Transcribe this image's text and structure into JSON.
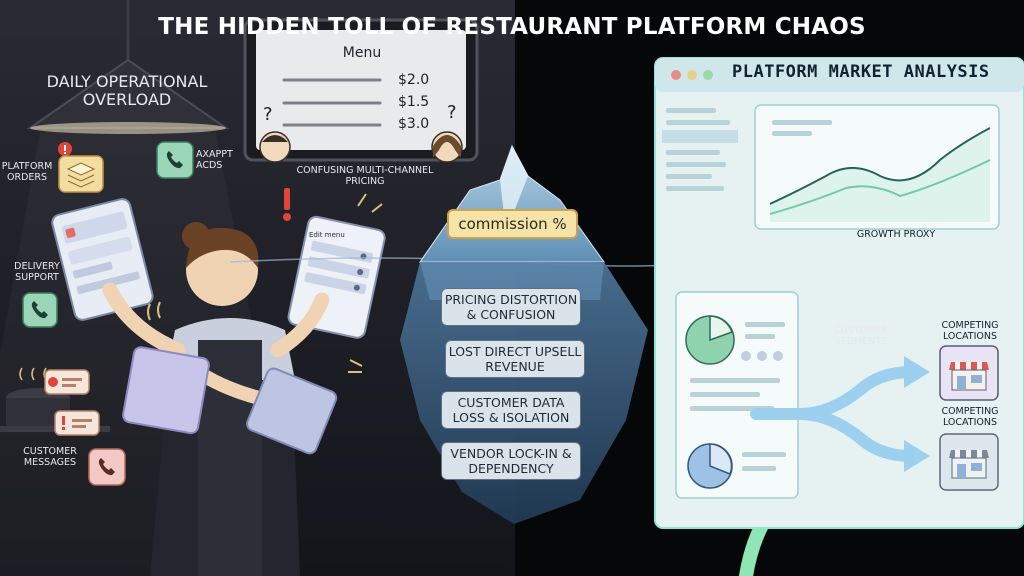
{
  "title": "THE HIDDEN TOLL OF RESTAURANT PLATFORM CHAOS",
  "left_panel": {
    "heading": "DAILY OPERATIONAL OVERLOAD",
    "platform_orders": "PLATFORM ORDERS",
    "axappt_acds": "AXAPPT ACDS",
    "delivery_support": "DELIVERY SUPPORT",
    "customer_messages": "CUSTOMER MESSAGES",
    "edit_menu": "Edit menu"
  },
  "menu_board": {
    "title": "Menu",
    "prices": [
      "$2.0",
      "$1.5",
      "$3.0"
    ],
    "caption": "CONFUSING MULTI-CHANNEL PRICING"
  },
  "iceberg": {
    "tip": "commission %",
    "hidden": [
      "PRICING DISTORTION & CONFUSION",
      "LOST DIRECT UPSELL REVENUE",
      "CUSTOMER DATA LOSS & ISOLATION",
      "VENDOR LOCK-IN & DEPENDENCY"
    ]
  },
  "analysis_window": {
    "title": "PLATFORM MARKET ANALYSIS",
    "growth_proxy": "GROWTH PROXY",
    "customer_segments": "CUSTOMER SEGMENTS",
    "competing_1": "COMPETING LOCATIONS",
    "competing_2": "COMPETING LOCATIONS"
  },
  "colors": {
    "accent_green": "#8fe6b4",
    "alert_red": "#e0453c",
    "iceberg_blue": "#5d84a8",
    "window_bg": "#e6f1f1"
  },
  "icons": [
    "phone-icon",
    "message-icon",
    "stack-icon",
    "tablet-icon",
    "storefront-icon",
    "pie-chart-icon",
    "growth-arrow-icon",
    "alert-icon"
  ]
}
